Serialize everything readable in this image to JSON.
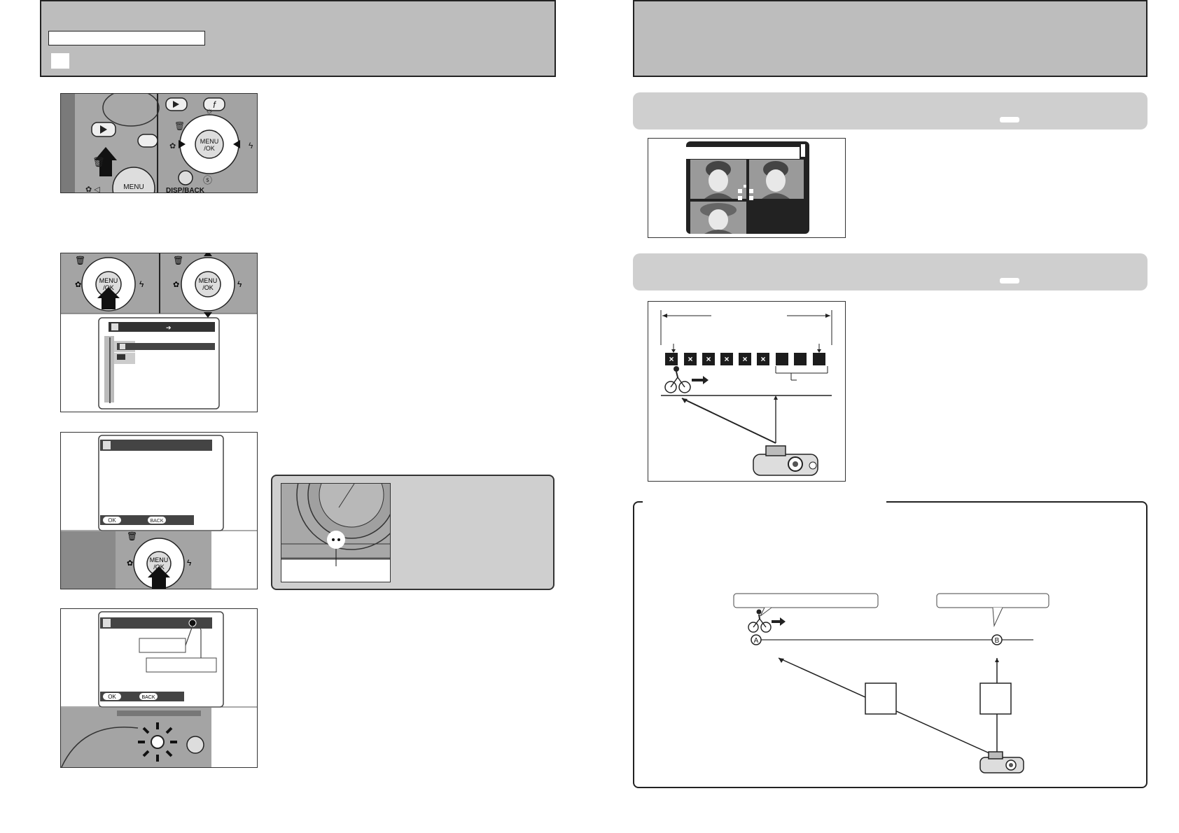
{
  "illustrations": {
    "menu_button": [
      "MENU",
      "/OK"
    ],
    "disp_back": "DISP/BACK",
    "ok_chip": "OK",
    "back_chip": "BACK",
    "marker_a": "A",
    "marker_b": "B",
    "x_mark": "×"
  },
  "colors": {
    "header_band": "#bdbdbd",
    "panel_grey": "#cfcfcf",
    "photo_grey": "#9c9c9c"
  },
  "icons": [
    "playback-icon",
    "f-button-icon",
    "trash-icon",
    "macro-icon",
    "flash-icon",
    "brightness-icon",
    "self-timer-icon",
    "lamp-icon",
    "bicycle-icon",
    "camera-icon",
    "microphone-icon"
  ]
}
